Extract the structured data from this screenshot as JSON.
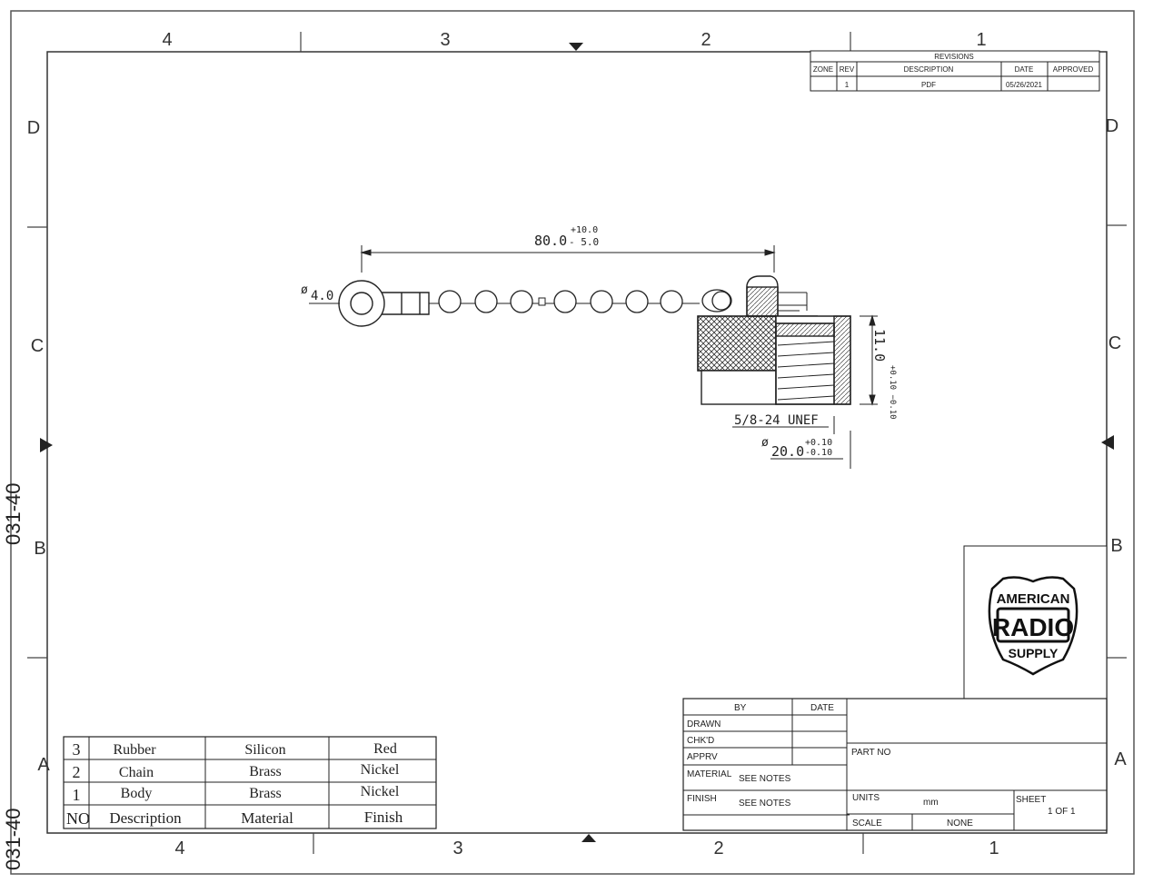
{
  "side_label": "031-40",
  "zones": {
    "top": [
      "4",
      "3",
      "2",
      "1"
    ],
    "bottom": [
      "4",
      "3",
      "2",
      "1"
    ],
    "left": [
      "D",
      "C",
      "B",
      "A"
    ],
    "right": [
      "D",
      "C",
      "B",
      "A"
    ]
  },
  "revisions": {
    "title": "REVISIONS",
    "headers": [
      "ZONE",
      "REV",
      "DESCRIPTION",
      "DATE",
      "APPROVED"
    ],
    "rows": [
      [
        "",
        "1",
        "PDF",
        "05/26/2021",
        ""
      ]
    ]
  },
  "dimensions": {
    "length_nominal": "80.0",
    "length_tol_plus": "+10.0",
    "length_tol_minus": "- 5.0",
    "ring_dia_symbol": "ø",
    "ring_dia": "4.0",
    "height_nominal": "11.0",
    "height_tol": "+0.10 −0.10",
    "thread": "5/8-24 UNEF",
    "outer_dia_symbol": "ø",
    "outer_dia_nominal": "20.0",
    "outer_dia_tol_plus": "+0.10",
    "outer_dia_tol_minus": "-0.10"
  },
  "logo": {
    "line1": "AMERICAN",
    "line2": "RADIO",
    "line3": "SUPPLY"
  },
  "bom": {
    "rows": [
      [
        "3",
        "Rubber",
        "Silicon",
        "Red"
      ],
      [
        "2",
        "Chain",
        "Brass",
        "Nickel"
      ],
      [
        "1",
        "Body",
        "Brass",
        "Nickel"
      ]
    ],
    "header": [
      "NO",
      "Description",
      "Material",
      "Finish"
    ]
  },
  "title_block": {
    "by": "BY",
    "date": "DATE",
    "drawn": "DRAWN",
    "chkd": "CHK'D",
    "apprv": "APPRV",
    "material_label": "MATERIAL",
    "material_value": "SEE NOTES",
    "finish_label": "FINISH",
    "finish_value": "SEE NOTES",
    "part_no_label": "PART NO",
    "units_label": "UNITS",
    "units_value": "mm",
    "sheet_label": "SHEET",
    "sheet_value": "1 OF 1",
    "scale_label": "SCALE",
    "scale_value": "NONE"
  }
}
